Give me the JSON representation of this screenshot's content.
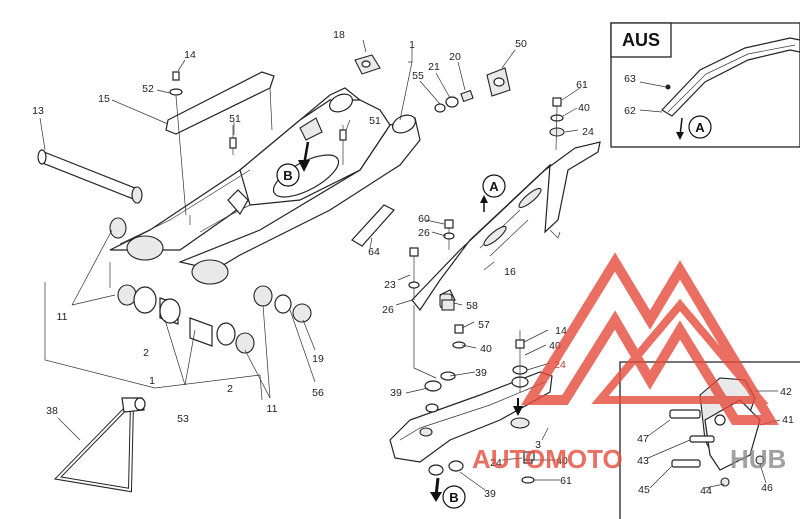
{
  "inset_label": "AUS",
  "callouts": {
    "A": "A",
    "B": "B"
  },
  "watermark": {
    "text_a": "AUTOMOTO",
    "text_b": "HUB",
    "color": "#e64a3b",
    "color_b": "#8a8a8a"
  },
  "labels": {
    "l14a": "14",
    "l52": "52",
    "l15": "15",
    "l13": "13",
    "l51a": "51",
    "l51b": "51",
    "l18": "18",
    "l1a": "1",
    "l55": "55",
    "l21": "21",
    "l20": "20",
    "l50": "50",
    "l63": "63",
    "l62": "62",
    "l61a": "61",
    "l40a": "40",
    "l24a": "24",
    "l60": "60",
    "l26a": "26",
    "l16": "16",
    "l23": "23",
    "l26b": "26",
    "l58": "58",
    "l64": "64",
    "l11a": "11",
    "l2a": "2",
    "l2b": "2",
    "l53": "53",
    "l1b": "1",
    "l11b": "11",
    "l56": "56",
    "l19": "19",
    "l38": "38",
    "l57": "57",
    "l40b": "40",
    "l14b": "14",
    "l40c": "40",
    "l24b": "24",
    "l39a": "39",
    "l39b": "39",
    "l3": "3",
    "l24c": "24",
    "l40d": "40",
    "l61b": "61",
    "l39c": "39",
    "l42": "42",
    "l41": "41",
    "l47": "47",
    "l43": "43",
    "l45": "45",
    "l44": "44",
    "l46": "46"
  }
}
